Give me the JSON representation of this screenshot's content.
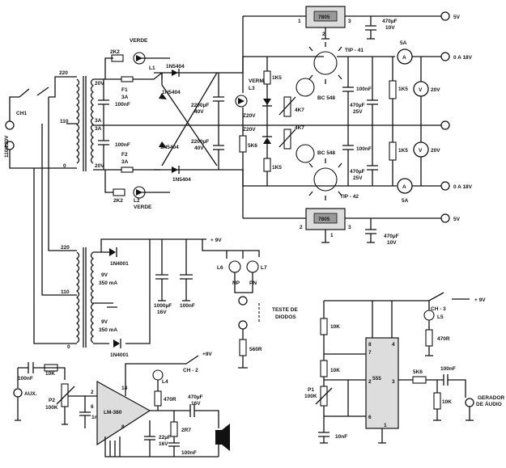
{
  "supply": {
    "switch": "CH1",
    "mains": "110/220V",
    "tap_220": "220",
    "tap_110": "110",
    "tap_0": "0",
    "sec_20v_top": "20V",
    "sec_3a_top": "3A",
    "sec_3a_bot": "3A",
    "sec_20v_bot": "20V",
    "led_top_color": "VERDE",
    "led_bot_color": "VERDE",
    "r_top": "2K2",
    "r_bot": "2K2",
    "l1": "L1",
    "l2": "L2",
    "fuse1": "F1",
    "fuse1_rating": "3A",
    "fuse2": "F2",
    "fuse2_rating": "3A",
    "cap_top": "100nF",
    "cap_bot": "100nF",
    "diode_1": "1N5404",
    "diode_2": "1N5404",
    "diode_3": "1N5404",
    "diode_4": "1N5404",
    "filter_top_value": "2200µF",
    "filter_top_voltage": "40V",
    "filter_bot_value": "2200µF",
    "filter_bot_voltage": "40V",
    "led_red": "VERM.",
    "l3": "L3",
    "r_l3": "1K5",
    "r_mid": "5K6",
    "r_zb": "1K5",
    "zener_top": "Z20V",
    "zener_bot": "Z20V",
    "pot_top": "4K7",
    "pot_bot": "4K7",
    "q_top": "BC 548",
    "q_bot": "BC 548",
    "tip_top": "TIP - 41",
    "tip_bot": "TIP - 42",
    "c_top_1": "100nF",
    "c_top_2": "470µF",
    "c_top_2v": "25V",
    "c_bot_1": "100nF",
    "c_bot_2": "470µF",
    "c_bot_2v": "25V",
    "r_vm_top": "1K5",
    "r_vm_bot": "1K5",
    "a_top": "5A",
    "a_bot": "5A",
    "v_top": "20V",
    "v_bot": "20V",
    "reg_top": "7805",
    "reg_bot": "7805",
    "reg_pin1": "1",
    "reg_pin2": "2",
    "reg_pin3": "3",
    "c_reg_top": "470µF",
    "c_reg_top_v": "10V",
    "c_reg_bot": "470µF",
    "c_reg_bot_v": "10V",
    "out_5v": "5V",
    "out_var_pos": "0 A 18V",
    "out_var_neg": "0 A 18V",
    "out_m5v": "5V",
    "meter_a": "A",
    "meter_v": "V"
  },
  "aux": {
    "tap_220": "220",
    "tap_110": "110",
    "tap_0": "0",
    "sec_a": "9V",
    "sec_a_current": "350 mA",
    "sec_b": "9V",
    "sec_b_current": "350 mA",
    "diode_a": "1N4001",
    "diode_b": "1N4001",
    "c1": "1000µF",
    "c1_v": "16V",
    "c2": "100nF",
    "out_9v": "+ 9V",
    "l6": "L6",
    "l7": "L7",
    "np": "NP",
    "pn": "PN",
    "diode_test": "TESTE DE",
    "diode_test_2": "DIODOS",
    "r_test": "560R"
  },
  "amp": {
    "c_in": "100nF",
    "r_in": "10K",
    "input": "AUX.",
    "pot": "P2",
    "pot_value": "100K",
    "c_1nf": "1nF",
    "ic": "LM-380",
    "pin14": "14",
    "pin6": "6",
    "pin2": "2",
    "pin8": "8",
    "l4": "L4",
    "r_led": "470R",
    "switch": "CH - 2",
    "supply": "+9V",
    "c_out": "470µF",
    "c_out_v": "16V",
    "c_22": "22µF",
    "c_22_v": "16V",
    "r_zobel": "2R7",
    "c_zobel": "100nF"
  },
  "gen": {
    "supply": "+ 9V",
    "switch": "CH - 3",
    "l5": "L5",
    "r_led": "470R",
    "r1": "10K",
    "r2": "10K",
    "pot": "P1",
    "pot_value": "100K",
    "c_timing": "10nF",
    "ic": "555",
    "pin8": "8",
    "pin4": "4",
    "pin7": "7",
    "pin2": "2",
    "pin6": "6",
    "pin3": "3",
    "pin1": "1",
    "r_out": "5K6",
    "c_out": "100nF",
    "r_load": "10K",
    "out_label": "GERADOR",
    "out_label_2": "DE ÁUDIO"
  }
}
